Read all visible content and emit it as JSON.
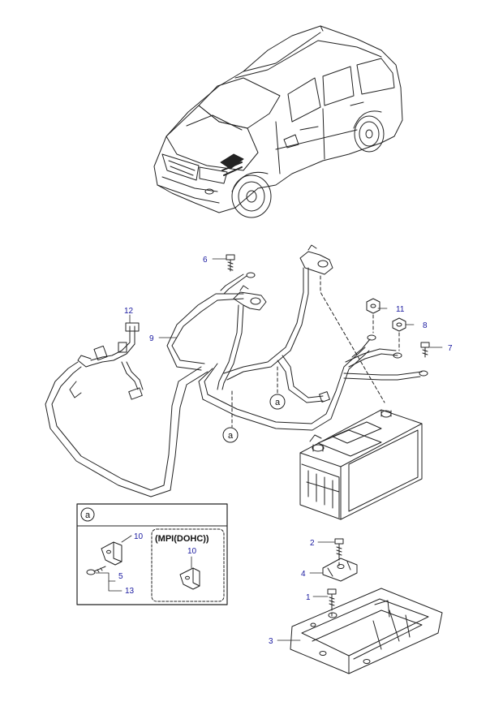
{
  "callouts": {
    "c1": "1",
    "c2": "2",
    "c3": "3",
    "c4": "4",
    "c5": "5",
    "c6": "6",
    "c7": "7",
    "c8": "8",
    "c9": "9",
    "c10": "10",
    "c11": "11",
    "c12": "12",
    "c13": "13"
  },
  "ref_marker": "a",
  "detail_box": {
    "header_marker": "a",
    "variant_label": "(MPI(DOHC))",
    "left": {
      "bracket": "10",
      "bolt": "5",
      "washer": "13"
    },
    "right": {
      "bracket": "10"
    }
  },
  "colors": {
    "callout_text": "#1a1aa0",
    "line": "#222222"
  }
}
